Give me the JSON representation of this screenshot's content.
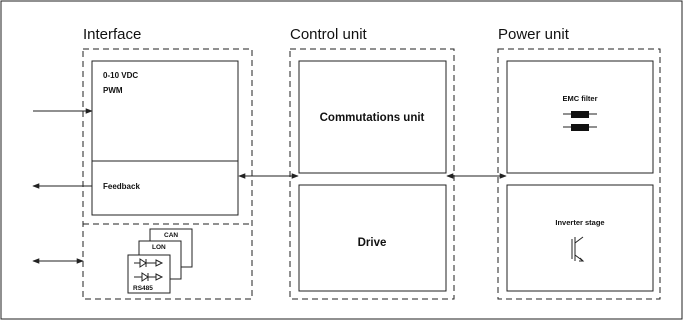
{
  "groups": {
    "interface": "Interface",
    "control": "Control unit",
    "power": "Power unit"
  },
  "interface": {
    "signal_1": "0-10 VDC",
    "signal_2": "PWM",
    "feedback": "Feedback",
    "bus_can": "CAN",
    "bus_lon": "LON",
    "bus_rs485": "RS485"
  },
  "control": {
    "commutations": "Commutations unit",
    "drive": "Drive"
  },
  "power": {
    "emc_filter": "EMC filter",
    "inverter": "Inverter stage"
  }
}
